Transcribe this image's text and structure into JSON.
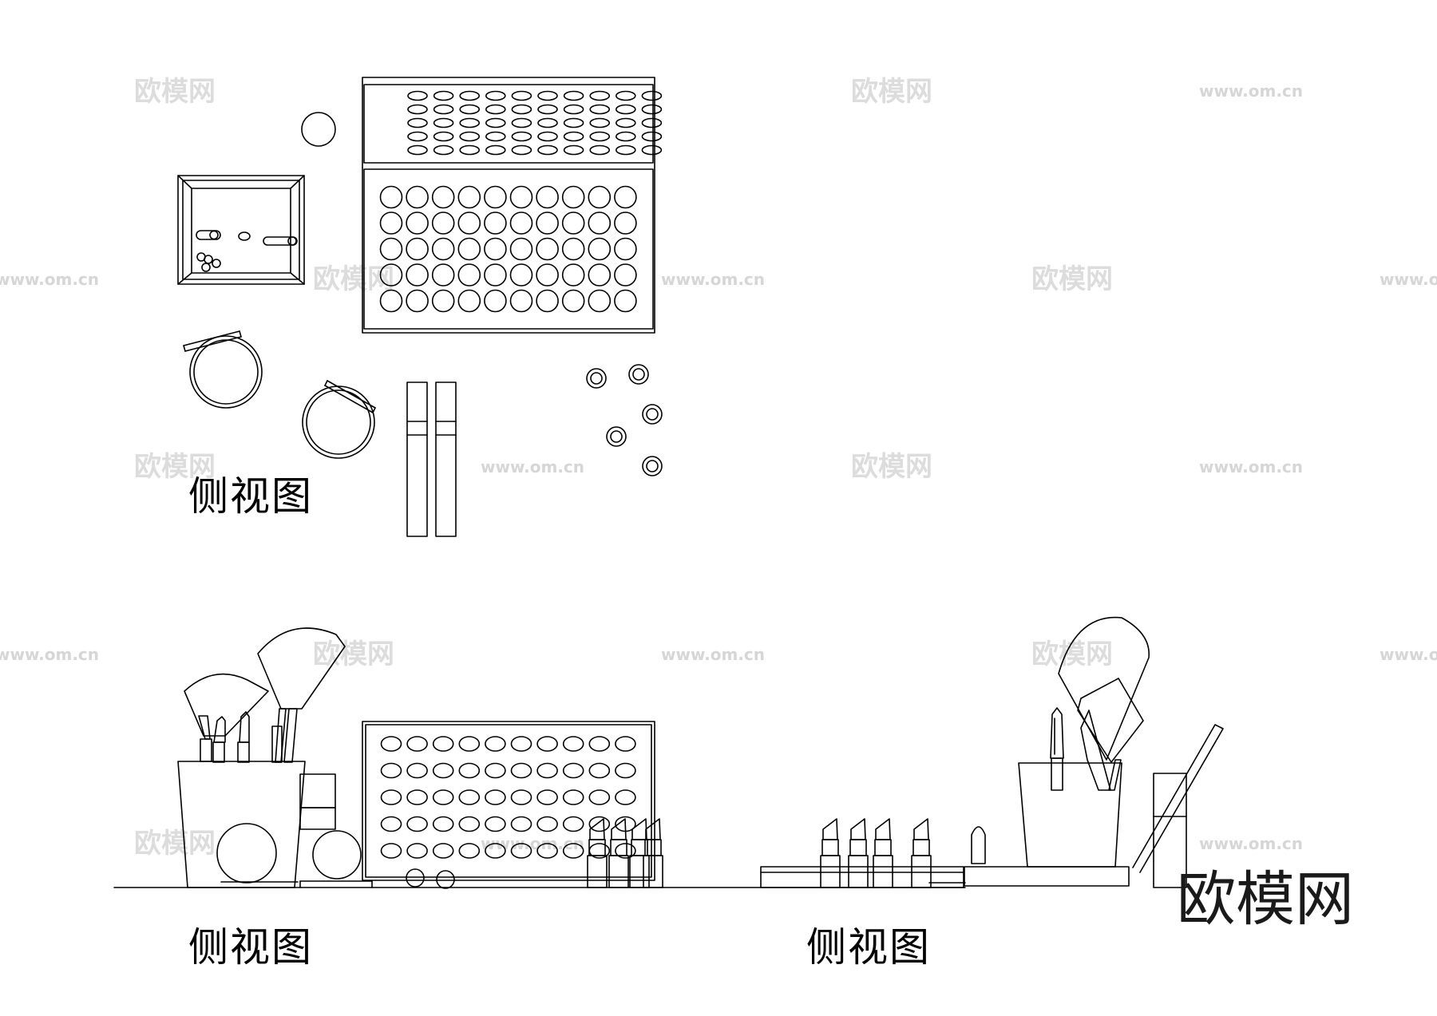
{
  "labels": {
    "top_view": "侧视图",
    "side_view_left": "侧视图",
    "side_view_right": "侧视图"
  },
  "brand": "欧模网",
  "watermark": {
    "text": "欧模网",
    "url": "www.om.cn"
  },
  "colors": {
    "line": "#000000",
    "background": "#ffffff",
    "watermark": "#d4d4d4"
  }
}
